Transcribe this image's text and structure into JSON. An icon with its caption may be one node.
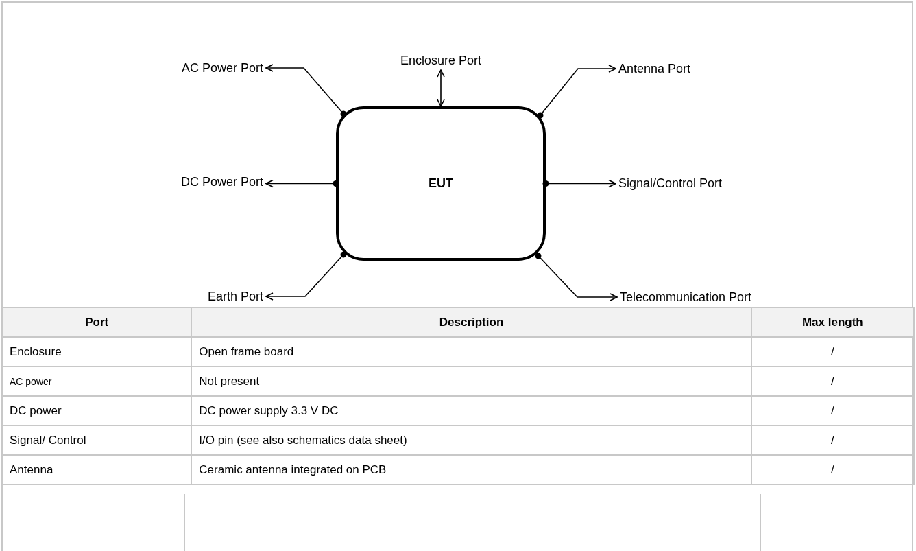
{
  "diagram": {
    "nodes": [
      {
        "text": [
          "Enclosure Port"
        ]
      },
      {
        "text": [
          "AC Power Port"
        ]
      },
      {
        "text": [
          "Antenna Port"
        ]
      },
      {
        "text": [
          "DC Power Port"
        ]
      },
      {
        "text": [
          "EUT"
        ]
      },
      {
        "text": [
          "Signal/Control Port"
        ]
      },
      {
        "text": [
          "Earth Port"
        ]
      },
      {
        "text": [
          "Telecommunication Port"
        ]
      }
    ],
    "edges": [
      {
        "from": 4,
        "to": 0,
        "arrow": "both"
      },
      {
        "from": 4,
        "to": 1,
        "arrow": "to"
      },
      {
        "from": 4,
        "to": 2,
        "arrow": "to"
      },
      {
        "from": 4,
        "to": 3,
        "arrow": "to"
      },
      {
        "from": 4,
        "to": 5,
        "arrow": "to"
      },
      {
        "from": 4,
        "to": 6,
        "arrow": "to"
      },
      {
        "from": 4,
        "to": 7,
        "arrow": "to"
      }
    ],
    "labels": [
      "Port",
      "Description",
      "Max length",
      "Enclosure",
      "Open frame board",
      "/",
      "AC power",
      "Not present",
      "/",
      "DC power",
      "DC power supply 3.3 V DC",
      "/",
      "Signal/ Control",
      "I/O pin (see also schematics data sheet)",
      "/",
      "Antenna",
      "Ceramic antenna integrated on PCB",
      "/"
    ]
  }
}
